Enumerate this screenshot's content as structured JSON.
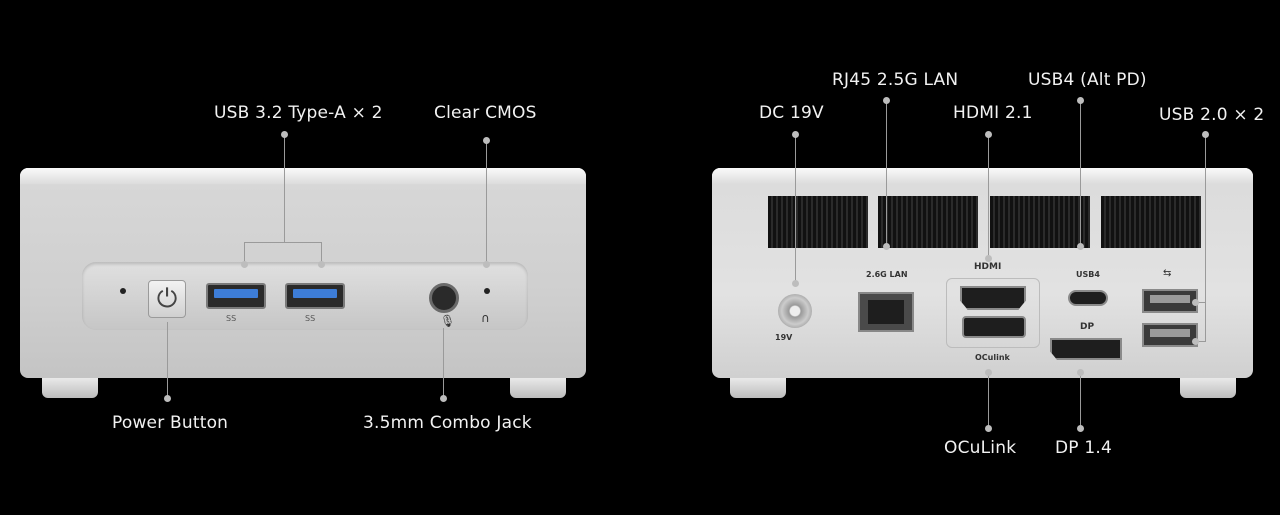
{
  "front": {
    "callouts": {
      "usb32": "USB 3.2 Type-A × 2",
      "clear_cmos": "Clear CMOS",
      "power_button": "Power Button",
      "combo_jack": "3.5mm Combo Jack"
    },
    "usb_port_label": "SS",
    "power_glyph": "⏻"
  },
  "rear": {
    "callouts": {
      "dc": "DC 19V",
      "rj45": "RJ45 2.5G LAN",
      "hdmi": "HDMI 2.1",
      "usb4": "USB4 (Alt PD)",
      "usb20": "USB 2.0 × 2",
      "oculink": "OCuLink",
      "dp": "DP 1.4"
    },
    "port_labels": {
      "lan": "2.6G LAN",
      "hdmi": "HDMI",
      "usb4": "USB4",
      "dp": "DP",
      "oculink": "OCulink",
      "dc": "19V"
    }
  },
  "colors": {
    "background": "#000000",
    "usb3_tongue": "#3d7dd8",
    "chassis": "#d4d4d4"
  }
}
